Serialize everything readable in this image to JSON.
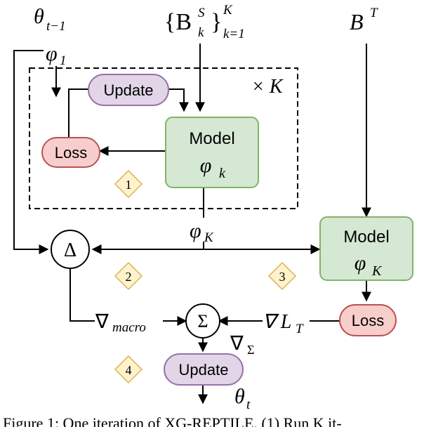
{
  "labels": {
    "theta_prev": "θ",
    "theta_prev_sub": "t−1",
    "phi1": "φ",
    "phi1_sub": "1",
    "batch_src_left": "{B",
    "batch_src_sup": "S",
    "batch_src_sub": "k",
    "batch_src_right": "}",
    "batch_src_outer_sup": "K",
    "batch_src_outer_sub": "k=1",
    "batch_tgt": "B",
    "batch_tgt_sup": "T",
    "times_k": "× K",
    "phiK_mid": "φ",
    "phiK_mid_sub": "K",
    "grad_macro": "∇",
    "grad_macro_sub": "macro",
    "grad_loss": "∇ L",
    "grad_loss_sub": "T",
    "grad_sigma": "∇",
    "grad_sigma_sub": "Σ",
    "theta_new": "θ",
    "theta_new_sub": "t"
  },
  "nodes": {
    "update_inner": "Update",
    "loss_inner": "Loss",
    "model_inner_title": "Model",
    "model_inner_param": "φ",
    "model_inner_param_sub": "k",
    "model_outer_title": "Model",
    "model_outer_param": "φ",
    "model_outer_param_sub": "K",
    "loss_outer": "Loss",
    "update_outer": "Update",
    "delta": "Δ",
    "sigma": "Σ"
  },
  "steps": [
    "1",
    "2",
    "3",
    "4"
  ],
  "caption": "Figure 1: One iteration of XG-REPTILE. (1) Run K it-",
  "colors": {
    "update_fill": "#e1d5e7",
    "update_stroke": "#9673a6",
    "loss_fill": "#f8cecc",
    "loss_stroke": "#b85450",
    "model_fill": "#d5e8d4",
    "model_stroke": "#82b366",
    "step_fill": "#fff2cc",
    "step_stroke": "#d6b656"
  }
}
